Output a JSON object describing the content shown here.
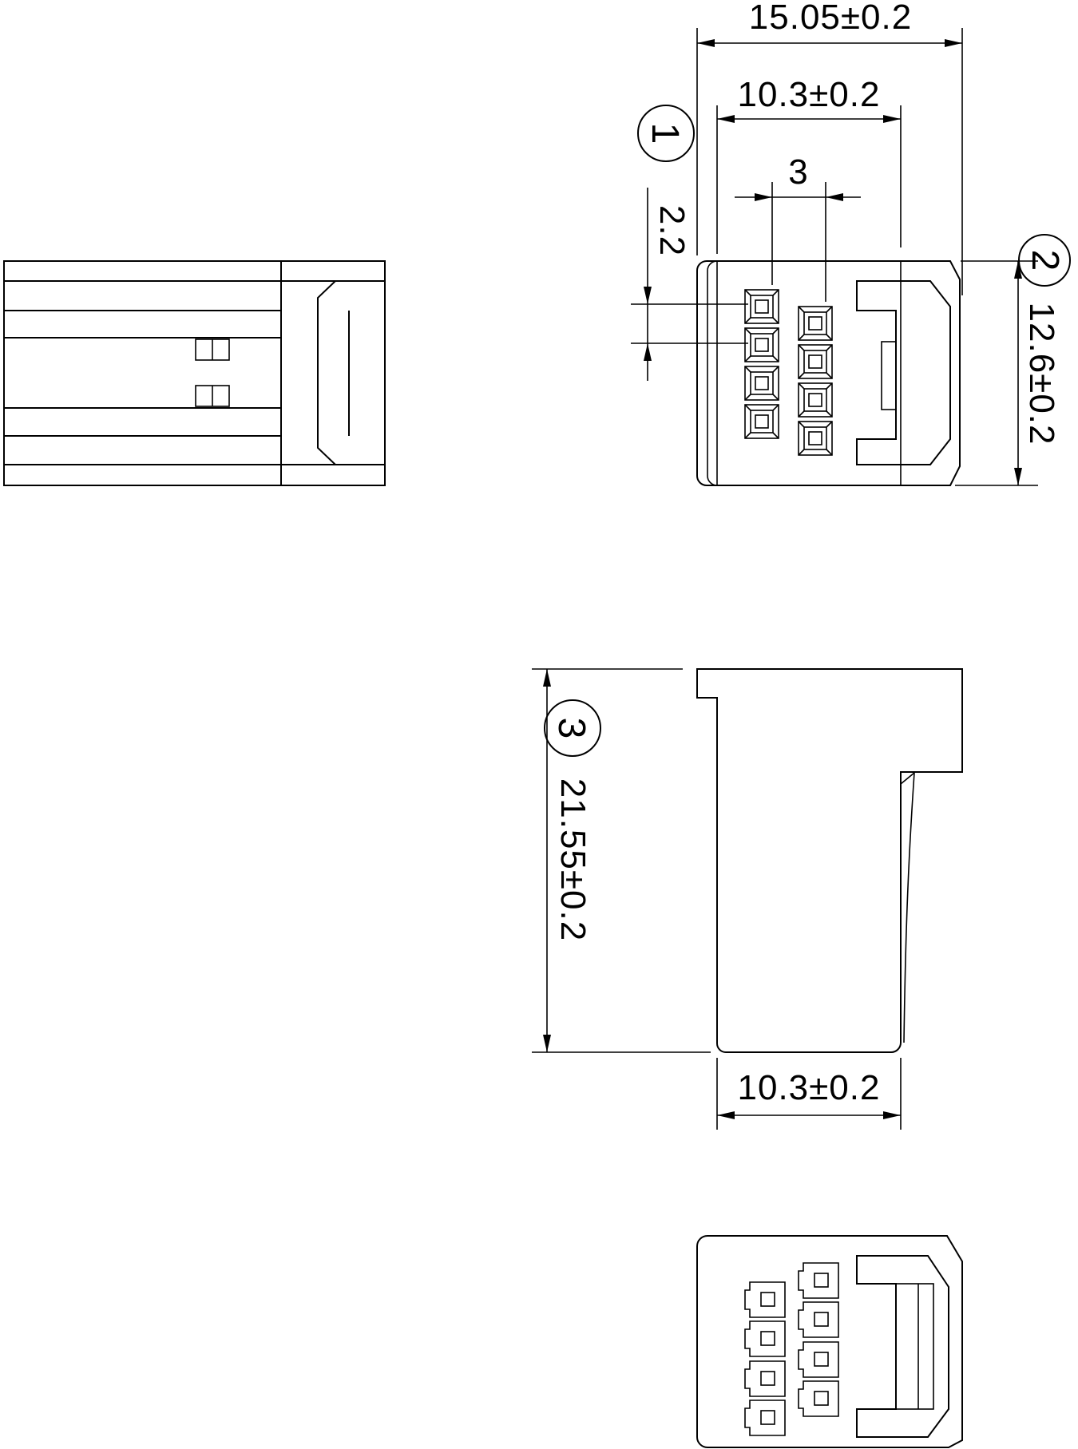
{
  "dimensions": {
    "overall_width": "15.05±0.2",
    "body_width_top": "10.3±0.2",
    "pitch": "3",
    "row_pitch": "2.2",
    "height": "12.6±0.2",
    "length": "21.55±0.2",
    "body_width_bottom": "10.3±0.2"
  },
  "callouts": {
    "one": "1",
    "two": "2",
    "three": "3"
  },
  "colors": {
    "line": "#000000",
    "background": "#ffffff"
  }
}
